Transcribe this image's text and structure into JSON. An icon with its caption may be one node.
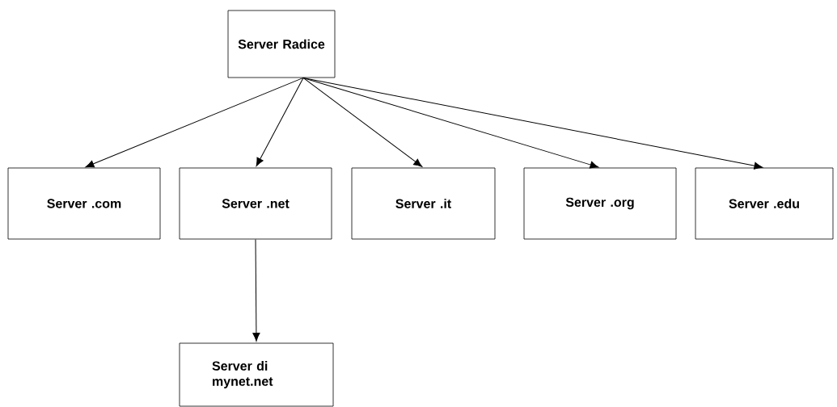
{
  "diagram": {
    "nodes": [
      {
        "text": [
          "Server Radice"
        ]
      },
      {
        "text": [
          "Server .com"
        ]
      },
      {
        "text": [
          "Server .net"
        ]
      },
      {
        "text": [
          "Server .it"
        ]
      },
      {
        "text": [
          "Server .org"
        ]
      },
      {
        "text": [
          "Server .edu"
        ]
      },
      {
        "text": [
          "Server di mynet.net"
        ]
      }
    ],
    "edges": [
      {
        "from": 0,
        "to": 1,
        "arrow": "to"
      },
      {
        "from": 0,
        "to": 2,
        "arrow": "to"
      },
      {
        "from": 0,
        "to": 3,
        "arrow": "to"
      },
      {
        "from": 0,
        "to": 4,
        "arrow": "to"
      },
      {
        "from": 0,
        "to": 5,
        "arrow": "to"
      },
      {
        "from": 2,
        "to": 6,
        "arrow": "to"
      }
    ]
  }
}
